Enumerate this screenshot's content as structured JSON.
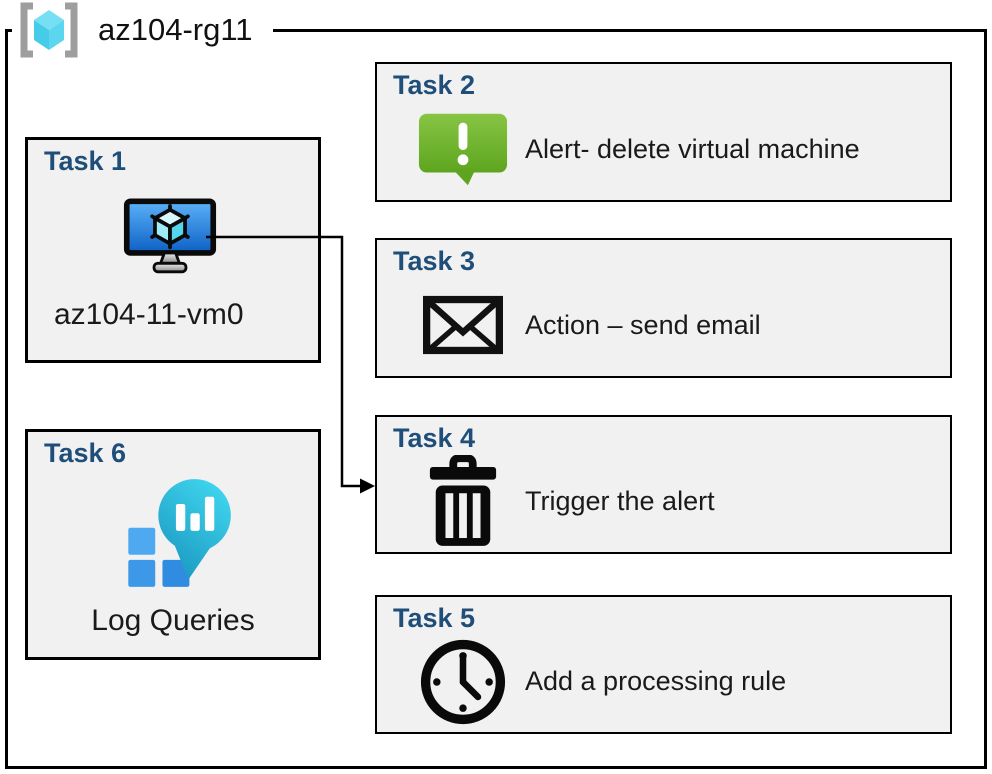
{
  "theme": {
    "header-blue": "#1F4E79",
    "box-fill": "#F1F1F1",
    "border-black": "#000000",
    "alert-green-top": "#87C544",
    "alert-green-bottom": "#5EA51F",
    "vm-screen-top": "#5CB2F8",
    "vm-screen-bottom": "#0D60C5",
    "cube-cyan": "#54D5EC",
    "bubble-teal-light": "#40D6EE",
    "bubble-teal-dark": "#1C9CC4",
    "square-blue-1": "#4FA9F0",
    "square-blue-2": "#3D99E8",
    "square-blue-3": "#2F8CE0",
    "bracket-gray": "#9E9E9E"
  },
  "group": {
    "title": "az104-rg11",
    "icon": "resource-group-icon"
  },
  "boxes": {
    "task1": {
      "header": "Task 1",
      "label": "az104-11-vm0",
      "icon": "virtual-machine-icon"
    },
    "task2": {
      "header": "Task 2",
      "label": "Alert- delete virtual machine",
      "icon": "alert-icon"
    },
    "task3": {
      "header": "Task 3",
      "label": "Action – send email",
      "icon": "email-icon"
    },
    "task4": {
      "header": "Task 4",
      "label": "Trigger the alert",
      "icon": "trash-icon"
    },
    "task5": {
      "header": "Task 5",
      "label": "Add a processing rule",
      "icon": "clock-icon"
    },
    "task6": {
      "header": "Task 6",
      "label": "Log Queries",
      "icon": "log-analytics-icon"
    }
  },
  "connector": {
    "from": "Task 1",
    "to": "Task 4",
    "style": "elbow-arrow"
  }
}
